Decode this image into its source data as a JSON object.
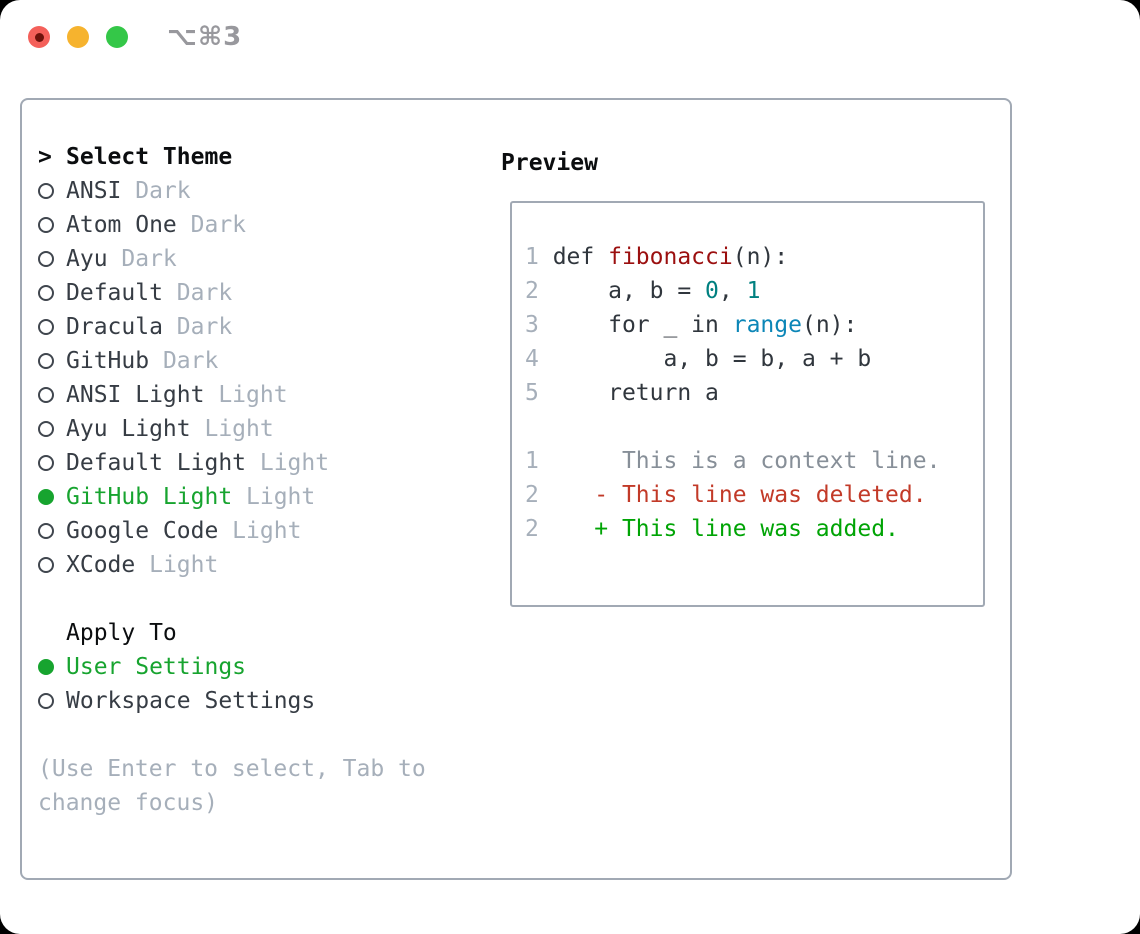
{
  "titlebar": {
    "shortcut": "⌥⌘3",
    "traffic_lights": [
      "close",
      "minimize",
      "zoom"
    ]
  },
  "colors": {
    "selected_green": "#17a42f",
    "muted_gray": "#a6afba",
    "dark_text": "#363c44",
    "panel_border": "#a1a9b4",
    "code_function_red": "#9b0f0f",
    "code_number_teal": "#008080",
    "code_builtin_blue": "#0b86b7",
    "diff_deleted_red": "#c23a28",
    "diff_added_green": "#00a405",
    "traffic_red": "#f4605a",
    "traffic_yellow": "#f6b32e",
    "traffic_green": "#34c748"
  },
  "theme_picker": {
    "header": {
      "arrow": ">",
      "label": "Select Theme"
    },
    "themes": [
      {
        "name": "ANSI",
        "variant": "Dark",
        "selected": false
      },
      {
        "name": "Atom One",
        "variant": "Dark",
        "selected": false
      },
      {
        "name": "Ayu",
        "variant": "Dark",
        "selected": false
      },
      {
        "name": "Default",
        "variant": "Dark",
        "selected": false
      },
      {
        "name": "Dracula",
        "variant": "Dark",
        "selected": false
      },
      {
        "name": "GitHub",
        "variant": "Dark",
        "selected": false
      },
      {
        "name": "ANSI Light",
        "variant": "Light",
        "selected": false
      },
      {
        "name": "Ayu Light",
        "variant": "Light",
        "selected": false
      },
      {
        "name": "Default Light",
        "variant": "Light",
        "selected": false
      },
      {
        "name": "GitHub Light",
        "variant": "Light",
        "selected": true
      },
      {
        "name": "Google Code",
        "variant": "Light",
        "selected": false
      },
      {
        "name": "XCode",
        "variant": "Light",
        "selected": false
      }
    ],
    "apply": {
      "label": "Apply To",
      "options": [
        {
          "label": "User Settings",
          "selected": true
        },
        {
          "label": "Workspace Settings",
          "selected": false
        }
      ]
    },
    "hints": [
      "(Use Enter to select, Tab to",
      "change focus)"
    ]
  },
  "preview": {
    "title": "Preview",
    "lines": [
      {
        "n": "1",
        "segs": [
          [
            "def ",
            "kw"
          ],
          [
            "fibonacci",
            "fn"
          ],
          [
            "(n):",
            "pl"
          ]
        ]
      },
      {
        "n": "2",
        "segs": [
          [
            "    a, b = ",
            "pl"
          ],
          [
            "0",
            "lit"
          ],
          [
            ", ",
            "pl"
          ],
          [
            "1",
            "lit"
          ]
        ]
      },
      {
        "n": "3",
        "segs": [
          [
            "    for _ in ",
            "pl"
          ],
          [
            "range",
            "bi"
          ],
          [
            "(n):",
            "pl"
          ]
        ]
      },
      {
        "n": "4",
        "segs": [
          [
            "        a, b = b, a + b",
            "pl"
          ]
        ]
      },
      {
        "n": "5",
        "segs": [
          [
            "    return a",
            "pl"
          ]
        ]
      },
      {
        "n": "",
        "segs": []
      },
      {
        "n": "1",
        "segs": [
          [
            "     This is a context line.",
            "ctx"
          ]
        ]
      },
      {
        "n": "2",
        "segs": [
          [
            "   - This line was deleted.",
            "del"
          ]
        ]
      },
      {
        "n": "2",
        "segs": [
          [
            "   + This line was added.",
            "add"
          ]
        ]
      }
    ]
  }
}
